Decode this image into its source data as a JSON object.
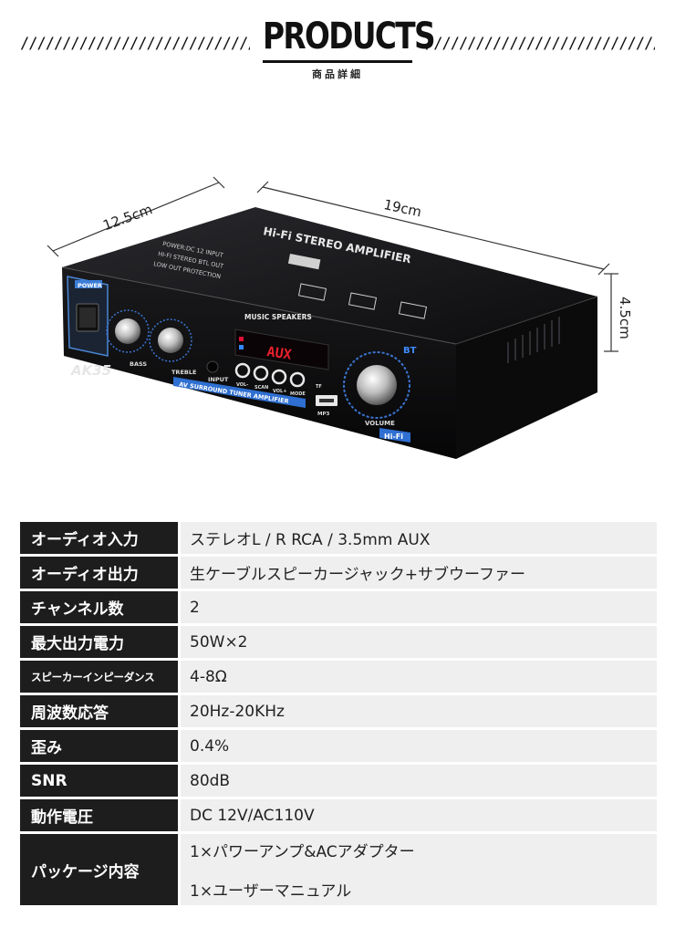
{
  "header": {
    "slashes": "//////////////////////////////////",
    "title": "PRODUCTS",
    "subtitle": "商品詳細"
  },
  "product_image": {
    "dimensions": {
      "depth": "12.5cm",
      "width": "19cm",
      "height": "4.5cm"
    },
    "labels": {
      "top_title": "Hi-Fi STEREO AMPLIFIER",
      "power": "POWER",
      "brand": "AK35",
      "bass": "BASS",
      "treble": "TREBLE",
      "input": "INPUT",
      "display_title": "MUSIC SPEAKERS",
      "display_text": "AUX",
      "buttons": [
        "VOL-",
        "SCAN",
        "VOL+",
        "MODE"
      ],
      "tf": "TF",
      "mp3": "MP3",
      "banner": "AV SURROUND TUNER AMPLIFIER",
      "volume": "VOLUME",
      "bt": "BT",
      "hifi": "Hi-Fi",
      "features": [
        "POWER:DC 12 INPUT",
        "HI-FI STEREO BTL OUT",
        "LOW OUT PROTECTION"
      ]
    }
  },
  "specs": [
    {
      "key": "オーディオ入力",
      "values": [
        "ステレオL / R RCA / 3.5mm AUX"
      ]
    },
    {
      "key": "オーディオ出力",
      "values": [
        "生ケーブルスピーカージャック+サブウーファー"
      ]
    },
    {
      "key": "チャンネル数",
      "values": [
        "2"
      ]
    },
    {
      "key": "最大出力電力",
      "values": [
        "50W×2"
      ]
    },
    {
      "key": "スピーカーインピーダンス",
      "values": [
        "4-8Ω"
      ]
    },
    {
      "key": "周波数応答",
      "values": [
        "20Hz-20KHz"
      ]
    },
    {
      "key": "歪み",
      "values": [
        "0.4%"
      ]
    },
    {
      "key": "SNR",
      "values": [
        "80dB"
      ]
    },
    {
      "key": "動作電圧",
      "values": [
        "DC 12V/AC110V"
      ]
    },
    {
      "key": "パッケージ内容",
      "values": [
        "1×パワーアンプ&ACアダプター",
        "1×ユーザーマニュアル"
      ]
    }
  ]
}
